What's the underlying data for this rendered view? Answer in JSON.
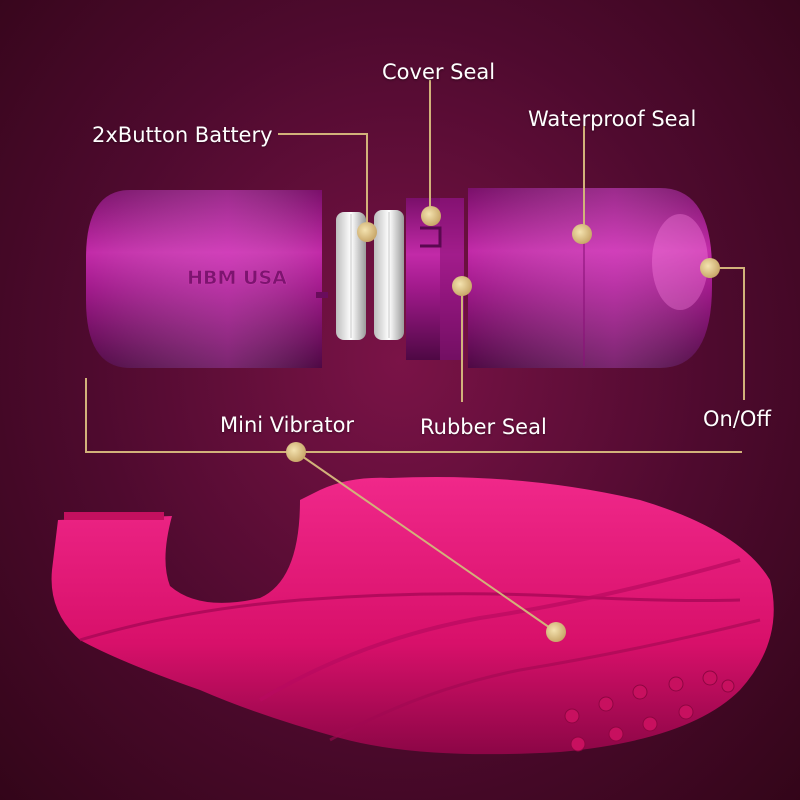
{
  "brand_mark": "HBM USA",
  "labels": {
    "cover_seal": "Cover Seal",
    "battery": "2xButton Battery",
    "waterproof_seal": "Waterproof Seal",
    "mini_vibrator": "Mini Vibrator",
    "rubber_seal": "Rubber Seal",
    "on_off": "On/Off"
  },
  "colors": {
    "background": "#4e0a2e",
    "capsule": "#a01a8a",
    "sleeve": "#e0186e",
    "callout": "#d2b27a",
    "callout_dot": "#e0c88a"
  }
}
